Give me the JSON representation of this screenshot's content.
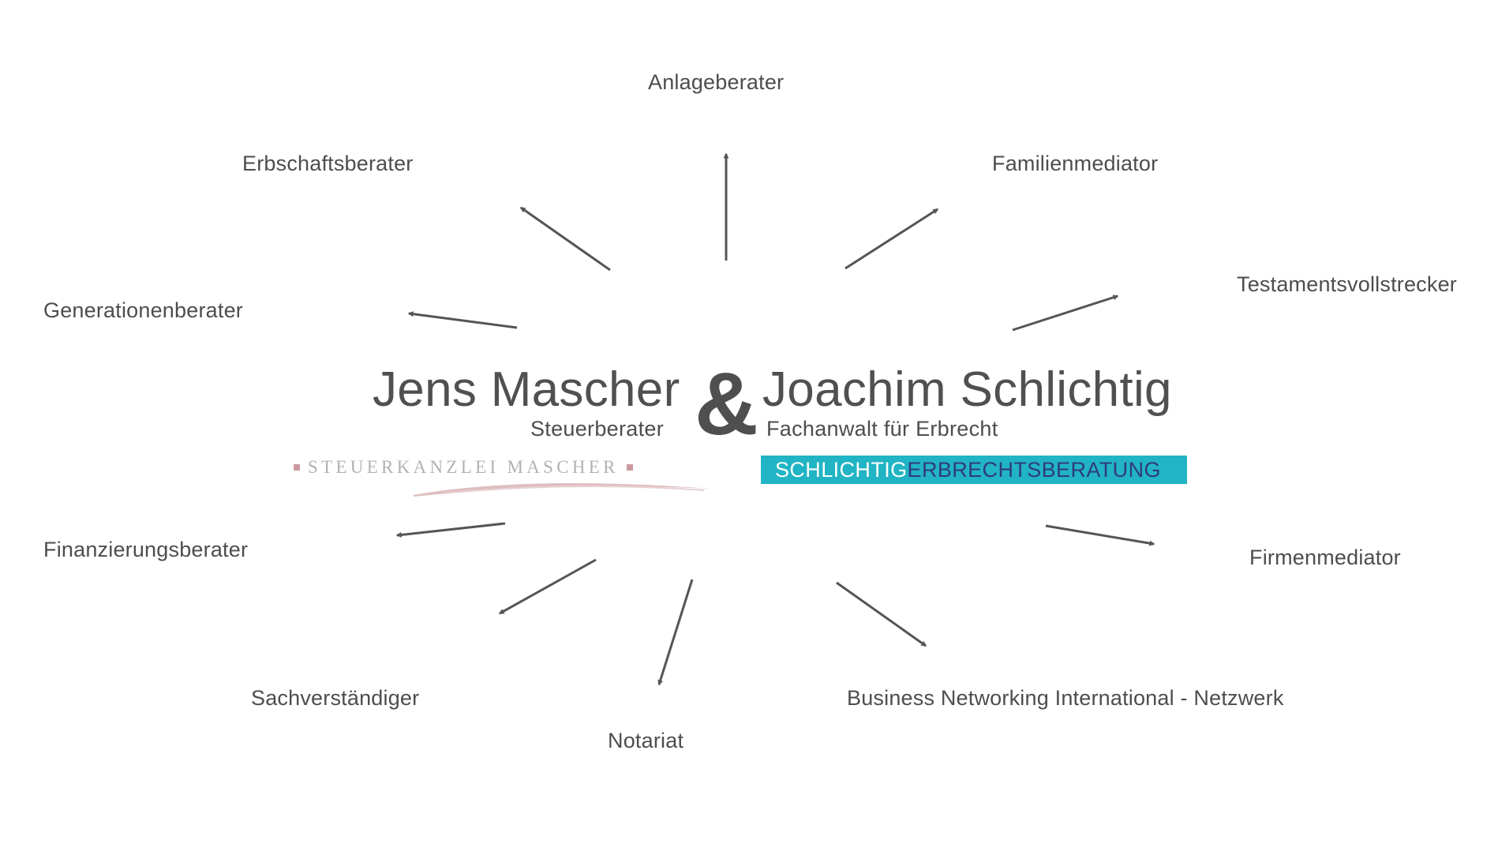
{
  "center": {
    "left_name": "Jens Mascher",
    "left_role": "Steuerberater",
    "ampersand": "&",
    "right_name": "Joachim Schlichtig",
    "right_role": "Fachanwalt für Erbrecht",
    "kanzlei_logo": "STEUERKANZLEI MASCHER",
    "badge_part1": "SCHLICHTIG",
    "badge_part2": "ERBRECHTSBERATUNG"
  },
  "nodes": [
    {
      "id": "anlage",
      "label": "Anlageberater"
    },
    {
      "id": "erbschaft",
      "label": "Erbschaftsberater"
    },
    {
      "id": "familien",
      "label": "Familienmediator"
    },
    {
      "id": "testament",
      "label": "Testamentsvollstrecker"
    },
    {
      "id": "generationen",
      "label": "Generationenberater"
    },
    {
      "id": "finanzierung",
      "label": "Finanzierungsberater"
    },
    {
      "id": "firmen",
      "label": "Firmenmediator"
    },
    {
      "id": "sachverstaendiger",
      "label": "Sachverständiger"
    },
    {
      "id": "notariat",
      "label": "Notariat"
    },
    {
      "id": "bni",
      "label": "Business Networking International - Netzwerk"
    }
  ],
  "colors": {
    "text": "#4d4d4d",
    "arrow": "#555555",
    "badge_bg": "#21b4c4",
    "badge_text_1": "#ffffff",
    "badge_text_2": "#2f3a80",
    "logo_accent": "#cc9a9e"
  }
}
